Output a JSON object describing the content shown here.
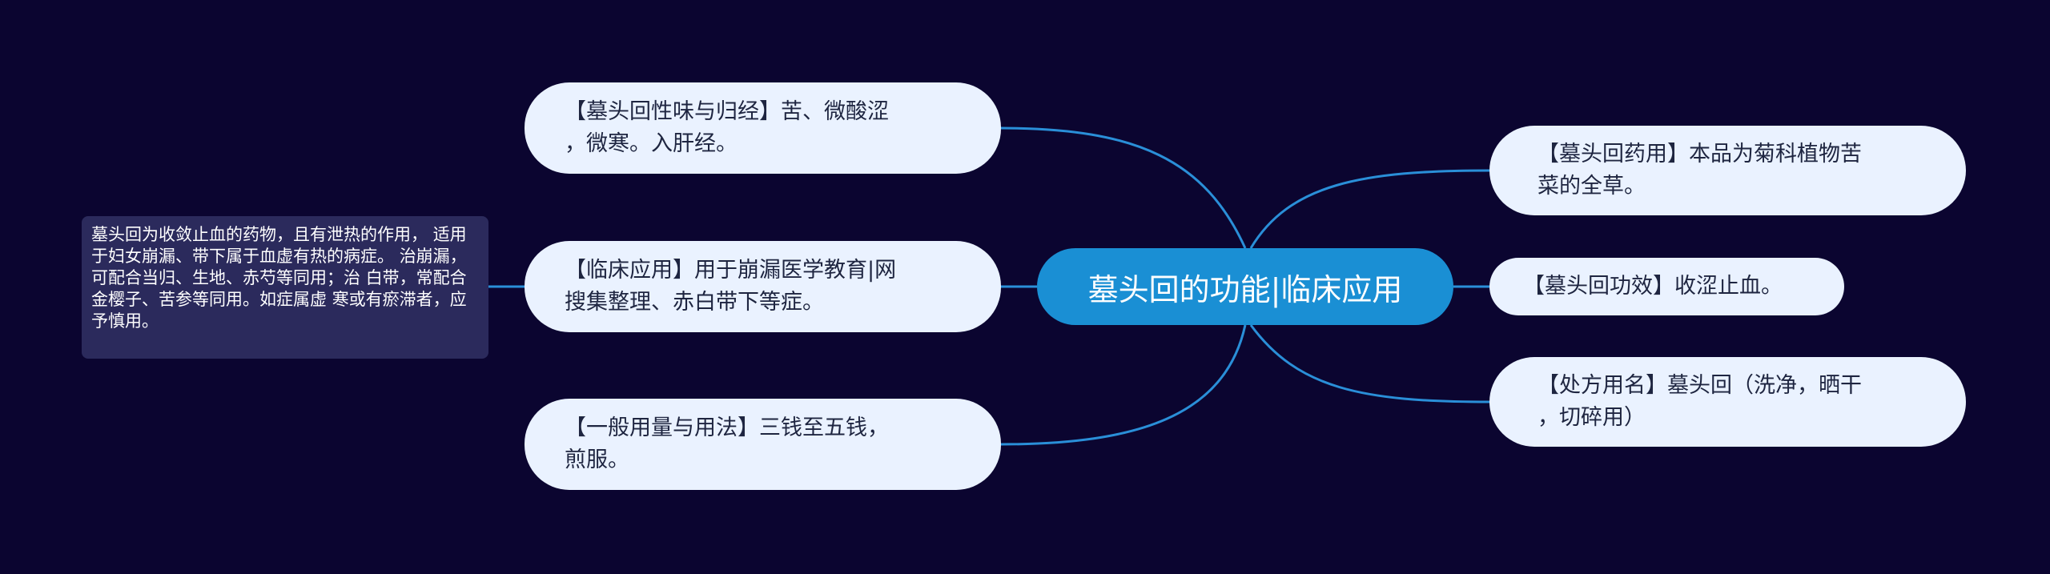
{
  "root": {
    "label": "墓头回的功能|临床应用"
  },
  "left_nodes": [
    {
      "label": "【墓头回性味与归经】苦、微酸涩，微寒。入肝经。",
      "lines": [
        "【墓头回性味与归经】苦、微酸涩",
        "，微寒。入肝经。"
      ]
    },
    {
      "label": "【临床应用】用于崩漏医学教育|网搜集整理、赤白带下等症。",
      "lines": [
        "【临床应用】用于崩漏医学教育|网",
        "搜集整理、赤白带下等症。"
      ]
    },
    {
      "label": "【一般用量与用法】三钱至五钱，煎服。",
      "lines": [
        "【一般用量与用法】三钱至五钱，",
        "煎服。"
      ]
    }
  ],
  "right_nodes": [
    {
      "label": "【墓头回药用】本品为菊科植物苦菜的全草。",
      "lines": [
        "【墓头回药用】本品为菊科植物苦",
        "菜的全草。"
      ]
    },
    {
      "label": "【墓头回功效】收涩止血。",
      "lines": [
        "【墓头回功效】收涩止血。"
      ]
    },
    {
      "label": "【处方用名】墓头回（洗净，晒干，切碎用）",
      "lines": [
        "【处方用名】墓头回（洗净，晒干",
        "，切碎用）"
      ]
    }
  ],
  "note": {
    "lines": [
      "墓头回为收敛止血的药物，且有泄热的作用，",
      "适用于妇女崩漏、带下属于血虚有热的病症。",
      "治崩漏，可配合当归、生地、赤芍等同用；治",
      "白带，常配合金樱子、苦参等同用。如症属虚",
      "寒或有瘀滞者，应予慎用。"
    ]
  },
  "colors": {
    "background": "#0b0530",
    "root_fill": "#1a8fd4",
    "node_fill": "#eaf2ff",
    "note_fill": "#2b2a5c",
    "link": "#2a8fd8"
  }
}
